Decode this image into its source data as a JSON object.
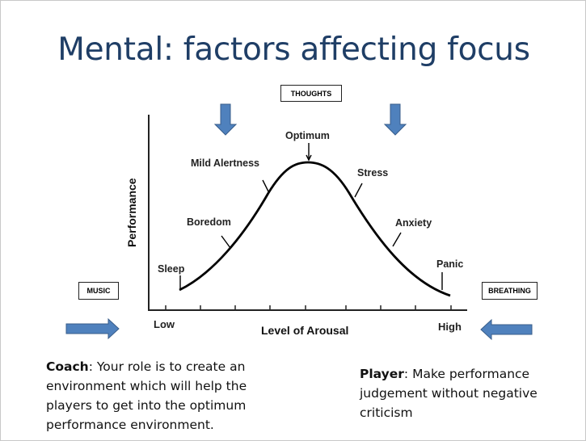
{
  "slide": {
    "title": "Mental: factors affecting focus"
  },
  "factors": {
    "thoughts": "THOUGHTS",
    "music": "MUSIC",
    "breathing": "BREATHING"
  },
  "diagram": {
    "y_axis_label": "Performance",
    "x_axis_label": "Level of Arousal",
    "x_low": "Low",
    "x_high": "High",
    "stages": {
      "sleep": "Sleep",
      "boredom": "Boredom",
      "mild_alertness": "Mild Alertness",
      "optimum": "Optimum",
      "stress": "Stress",
      "anxiety": "Anxiety",
      "panic": "Panic"
    },
    "colors": {
      "arrow_fill": "#4f81bd",
      "arrow_stroke": "#385d8a",
      "curve": "#000000"
    }
  },
  "notes": {
    "coach_heading": "Coach",
    "coach_text": ": Your role is to create an environment which will help the players to get into the optimum performance environment.",
    "player_heading": "Player",
    "player_text": ": Make performance judgement without negative criticism"
  }
}
